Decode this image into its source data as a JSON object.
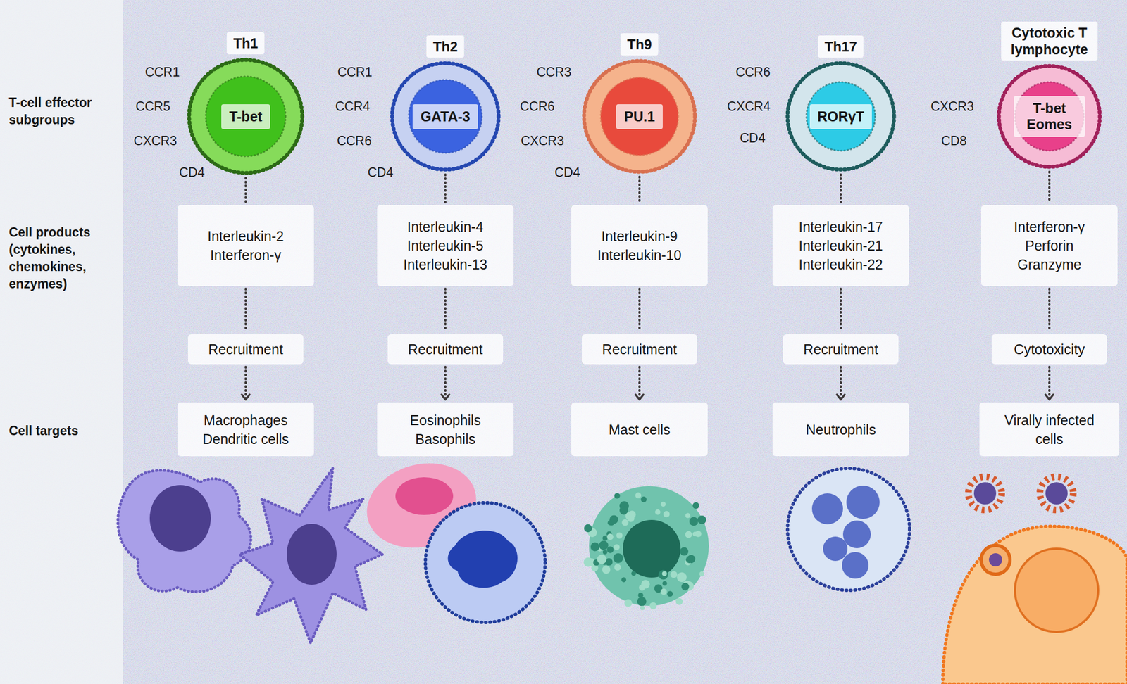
{
  "diagram": {
    "nodes": [
      {
        "text": [
          "Th1",
          "T-bet"
        ]
      },
      {
        "text": [
          "Interleukin-2",
          "Interferon-γ"
        ]
      },
      {
        "text": [
          "Recruitment"
        ]
      },
      {
        "text": [
          "Macrophages",
          "Dendritic cells"
        ]
      },
      {
        "text": [
          "Th2",
          "GATA-3"
        ]
      },
      {
        "text": [
          "Interleukin-4",
          "Interleukin-5",
          "Interleukin-13"
        ]
      },
      {
        "text": [
          "Recruitment"
        ]
      },
      {
        "text": [
          "Eosinophils",
          "Basophils"
        ]
      },
      {
        "text": [
          "Th9",
          "PU.1"
        ]
      },
      {
        "text": [
          "Interleukin-9",
          "Interleukin-10"
        ]
      },
      {
        "text": [
          "Recruitment"
        ]
      },
      {
        "text": [
          "Mast cells"
        ]
      },
      {
        "text": [
          "Th17",
          "RORγT"
        ]
      },
      {
        "text": [
          "Interleukin-17",
          "Interleukin-21",
          "Interleukin-22"
        ]
      },
      {
        "text": [
          "Recruitment"
        ]
      },
      {
        "text": [
          "Neutrophils"
        ]
      },
      {
        "text": [
          "Cytotoxic T lymphocyte",
          "T-bet Eomes"
        ]
      },
      {
        "text": [
          "Interferon-γ",
          "Perforin",
          "Granzyme"
        ]
      },
      {
        "text": [
          "Cytotoxicity"
        ]
      },
      {
        "text": [
          "Virally infected cells"
        ]
      }
    ],
    "edges": [
      {
        "from": 0,
        "to": 1,
        "arrow": "none"
      },
      {
        "from": 1,
        "to": 2,
        "arrow": "none"
      },
      {
        "from": 2,
        "to": 3,
        "arrow": "to"
      },
      {
        "from": 4,
        "to": 5,
        "arrow": "none"
      },
      {
        "from": 5,
        "to": 6,
        "arrow": "none"
      },
      {
        "from": 6,
        "to": 7,
        "arrow": "to"
      },
      {
        "from": 8,
        "to": 9,
        "arrow": "none"
      },
      {
        "from": 9,
        "to": 10,
        "arrow": "none"
      },
      {
        "from": 10,
        "to": 11,
        "arrow": "to"
      },
      {
        "from": 12,
        "to": 13,
        "arrow": "none"
      },
      {
        "from": 13,
        "to": 14,
        "arrow": "none"
      },
      {
        "from": 14,
        "to": 15,
        "arrow": "to"
      },
      {
        "from": 16,
        "to": 17,
        "arrow": "none"
      },
      {
        "from": 17,
        "to": 18,
        "arrow": "none"
      },
      {
        "from": 18,
        "to": 19,
        "arrow": "to"
      }
    ],
    "labels": [
      "T-cell effector subgroups",
      "CCR1",
      "CCR5",
      "CXCR3",
      "CD4",
      "CCR1",
      "CCR4",
      "CCR6",
      "CD4",
      "CCR3",
      "CCR6",
      "CXCR3",
      "CD4",
      "CCR6",
      "CXCR4",
      "CD4",
      "CXCR3",
      "CD8",
      "Cell products (cytokines, chemokines, enzymes)",
      "Cell targets"
    ]
  }
}
